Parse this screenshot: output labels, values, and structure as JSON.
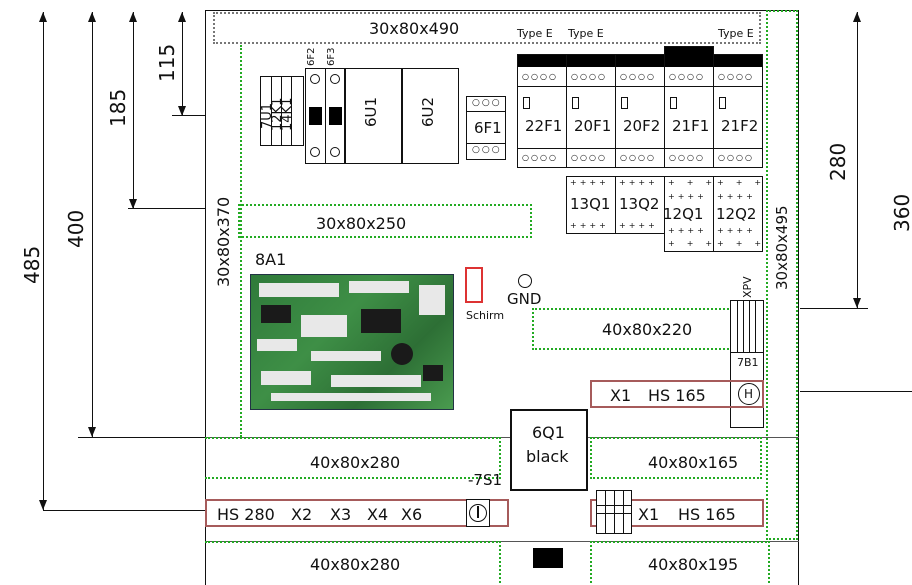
{
  "dimensions": {
    "d485": "485",
    "d400": "400",
    "d185": "185",
    "d115": "115",
    "d280": "280",
    "d360": "360"
  },
  "ducts": {
    "top": "30x80x490",
    "left_vertical": "30x80x370",
    "upper_mid": "30x80x250",
    "right_vertical": "30x80x495",
    "mid_right": "40x80x220",
    "lower_left": "40x80x280",
    "lower_right": "40x80x165",
    "bottom_left": "40x80x280",
    "bottom_right": "40x80x195"
  },
  "components": {
    "type_e_1": "Type E",
    "type_e_2": "Type E",
    "type_e_3": "Type E",
    "u7": "7U1",
    "k12": "12K1",
    "k14": "14K1",
    "f6_2": "6F2",
    "f6_3": "6F3",
    "u6_1": "6U1",
    "u6_2": "6U2",
    "f6_1": "6F1",
    "f22_1": "22F1",
    "f20_1": "20F1",
    "f20_2": "20F2",
    "f21_1": "21F1",
    "f21_2": "21F2",
    "q13_1": "13Q1",
    "q13_2": "13Q2",
    "q12_1": "12Q1",
    "q12_2": "12Q2",
    "a8": "8A1",
    "schirm": "Schirm",
    "gnd": "GND",
    "xpv": "XPV",
    "b7": "7B1",
    "q6_name": "6Q1",
    "q6_color": "black",
    "s7": "-7S1"
  },
  "terminals": {
    "right_upper": [
      "X1",
      "HS 165"
    ],
    "left_bottom": [
      "HS 280",
      "X2",
      "X3",
      "X4",
      "X6"
    ],
    "right_bottom": [
      "X1",
      "HS 165"
    ]
  },
  "symbols": {
    "h": "H"
  }
}
